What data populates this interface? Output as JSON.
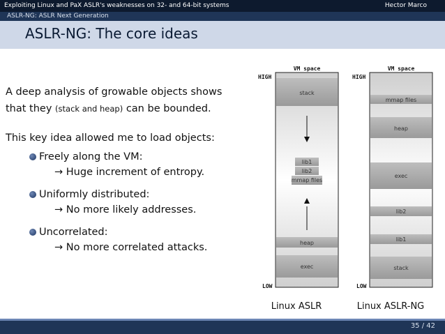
{
  "header": {
    "talk_title": "Exploiting Linux and PaX ASLR's weaknesses on 32- and 64-bit systems",
    "author": "Hector Marco",
    "section": "ASLR-NG: ASLR Next Generation"
  },
  "slide": {
    "title": "ASLR-NG: The core ideas",
    "intro_line1": "A deep analysis of growable objects shows",
    "intro_line2_a": "that they",
    "intro_line2_small": "(stack and heap)",
    "intro_line2_b": "can be bounded.",
    "key_idea": "This key idea allowed me to load objects:",
    "bullets": [
      {
        "text": "Freely along the VM:",
        "arrow": "→",
        "sub": "Huge increment of entropy."
      },
      {
        "text": "Uniformly distributed:",
        "arrow": "→",
        "sub": "No more likely addresses."
      },
      {
        "text": "Uncorrelated:",
        "arrow": "→",
        "sub": "No more correlated attacks."
      }
    ]
  },
  "diagram": {
    "vm_label": "VM space",
    "high_label": "HIGH",
    "low_label": "LOW",
    "linux": {
      "caption": "Linux ASLR",
      "blocks": [
        "stack",
        "lib1",
        "lib2",
        "mmap files",
        "heap",
        "exec"
      ]
    },
    "ng": {
      "caption": "Linux ASLR-NG",
      "blocks": [
        "mmap files",
        "heap",
        "exec",
        "lib2",
        "lib1",
        "stack"
      ]
    }
  },
  "footer": {
    "page": "35 / 42"
  }
}
